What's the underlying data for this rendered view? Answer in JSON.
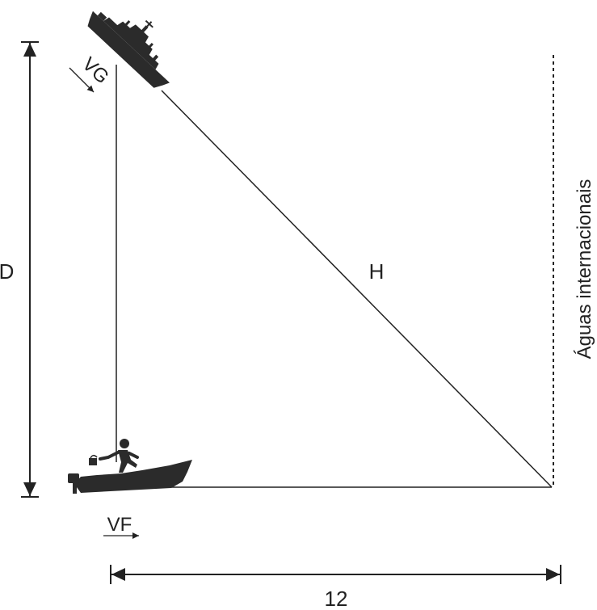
{
  "labels": {
    "vertical_distance": "D",
    "hypotenuse": "H",
    "horizontal_distance": "12",
    "boundary": "Águas internacionais",
    "ship_speed": "VG",
    "boat_speed": "VF"
  },
  "icons": {
    "ship": "warship-icon",
    "boat": "motorboat-with-person-icon"
  },
  "colors": {
    "stroke": "#222222",
    "silhouette": "#2b2b2b",
    "background": "#ffffff"
  }
}
